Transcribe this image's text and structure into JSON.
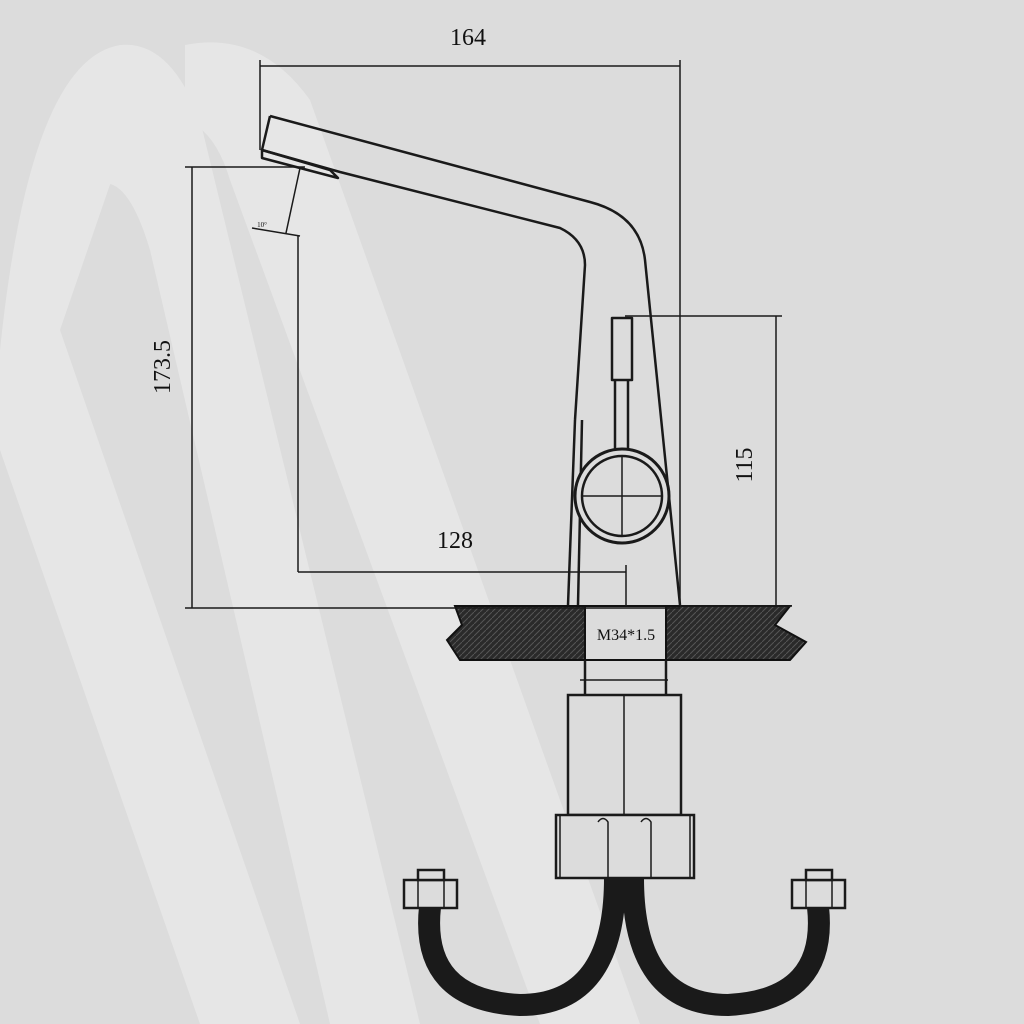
{
  "diagram": {
    "dimensions": {
      "overall_length": "164",
      "overall_height": "173.5",
      "spout_reach": "128",
      "handle_height": "115",
      "thread_spec": "M34*1.5",
      "angle_note": "10°"
    },
    "colors": {
      "background": "#dcdcdc",
      "watermark": "#e8e8e8",
      "line": "#1a1a1a",
      "countertop": "#222222",
      "hose": "#1a1a1a"
    }
  }
}
